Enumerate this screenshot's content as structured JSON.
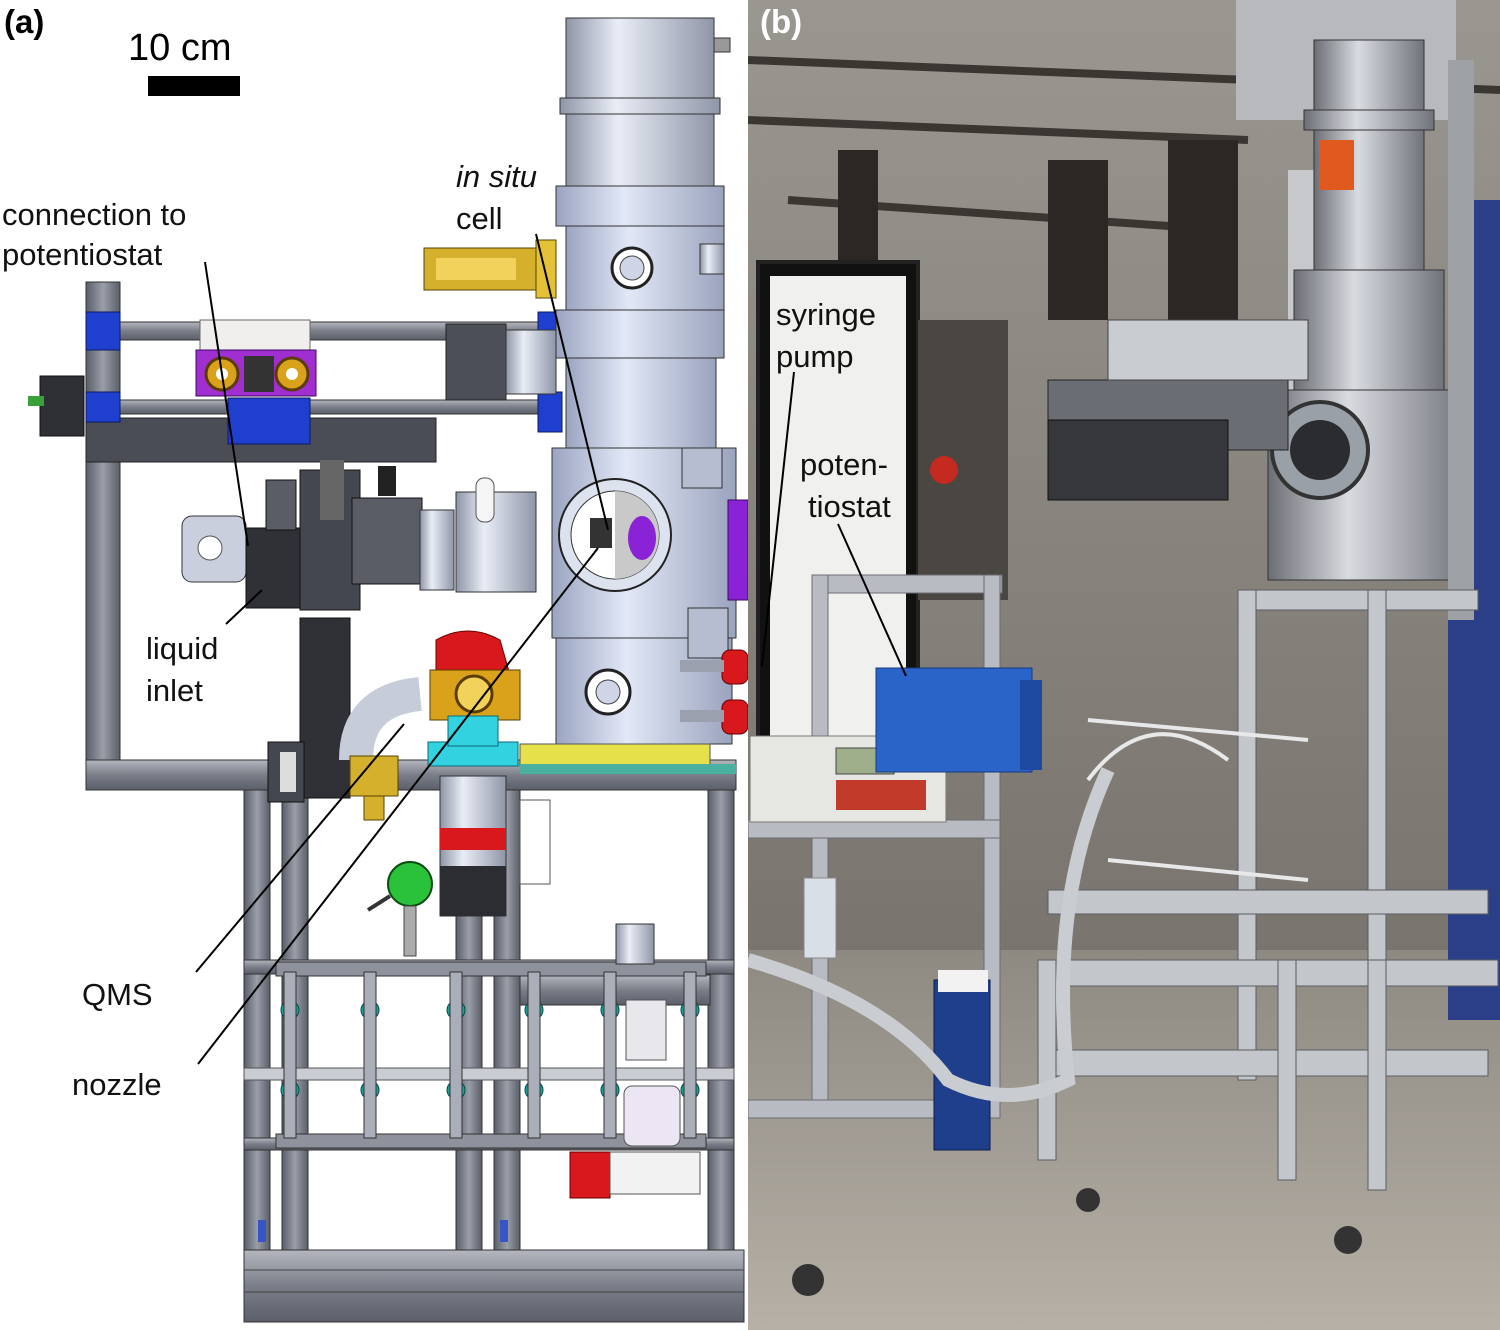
{
  "panels": {
    "a": {
      "letter": "(a)",
      "scale_bar": "10 cm",
      "labels": {
        "connection_line1": "connection to",
        "connection_line2": "potentiostat",
        "insitu_line1": "in situ",
        "insitu_line2": "cell",
        "liquid_line1": "liquid",
        "liquid_line2": "inlet",
        "qms": "QMS",
        "nozzle": "nozzle"
      }
    },
    "b": {
      "letter": "(b)",
      "labels": {
        "syringe_line1": "syringe",
        "syringe_line2": "pump",
        "potentiostat_line1": "poten-",
        "potentiostat_line2": "tiostat"
      }
    }
  },
  "colors": {
    "frame": "#6d7079",
    "chamber": "#c6cde0",
    "blue_clamp": "#1f3fcf",
    "purple": "#8a22d6",
    "orange": "#d9a21a",
    "red": "#d8181c",
    "cyan": "#33d2e0",
    "green": "#2ac23a",
    "teal_valve": "#15a59a",
    "yellow": "#e6e14a",
    "brass": "#d4b02c"
  }
}
